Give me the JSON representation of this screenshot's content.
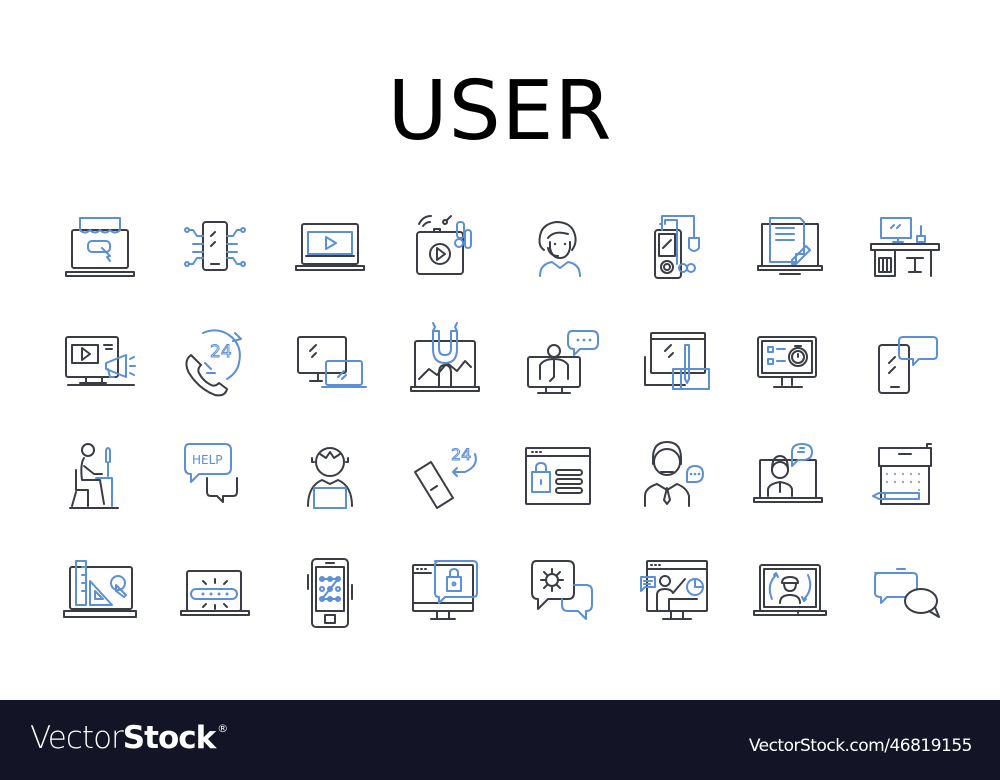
{
  "title": "USER",
  "colors": {
    "outline": "#3a3d45",
    "accent": "#5b8fd6",
    "footer_bg": "#131425",
    "background": "#ffffff"
  },
  "icon_grid": {
    "rows": [
      {
        "icons": [
          "online-store-laptop-icon",
          "smartphone-circuit-icon",
          "laptop-video-player-icon",
          "media-player-earbuds-icon",
          "female-support-agent-headset-icon",
          "mp3-player-earphones-icon",
          "laptop-document-edit-icon",
          "computer-desk-workstation-icon"
        ]
      },
      {
        "icons": [
          "monitor-video-megaphone-icon",
          "phone-24-hour-support-icon",
          "desktop-laptop-devices-icon",
          "laptop-magnet-hand-icon",
          "monitor-person-chat-icon",
          "laptop-drawing-tablet-icon",
          "monitor-checklist-timer-icon",
          "smartphone-chat-bubble-icon"
        ]
      },
      {
        "icons": [
          "person-sitting-at-desk-icon",
          "help-speech-bubbles-icon",
          "person-using-laptop-icon",
          "smartphone-24-hour-icon",
          "browser-lock-login-icon",
          "support-agent-headset-chat-icon",
          "laptop-video-call-chat-icon",
          "printer-pen-icon"
        ]
      },
      {
        "icons": [
          "laptop-design-ruler-cursor-icon",
          "laptop-password-field-icon",
          "smartphone-pattern-lock-icon",
          "monitor-lock-popup-icon",
          "gear-chat-bubbles-icon",
          "monitor-presentation-icon",
          "laptop-user-sync-icon",
          "dual-speech-bubbles-icon"
        ]
      }
    ],
    "labels": {
      "help_bubble_text": "HELP",
      "support_hours": "24"
    }
  },
  "footer": {
    "brand_light": "Vector",
    "brand_bold": "Stock",
    "brand_mark": "®",
    "reference": "VectorStock.com/46819155"
  }
}
